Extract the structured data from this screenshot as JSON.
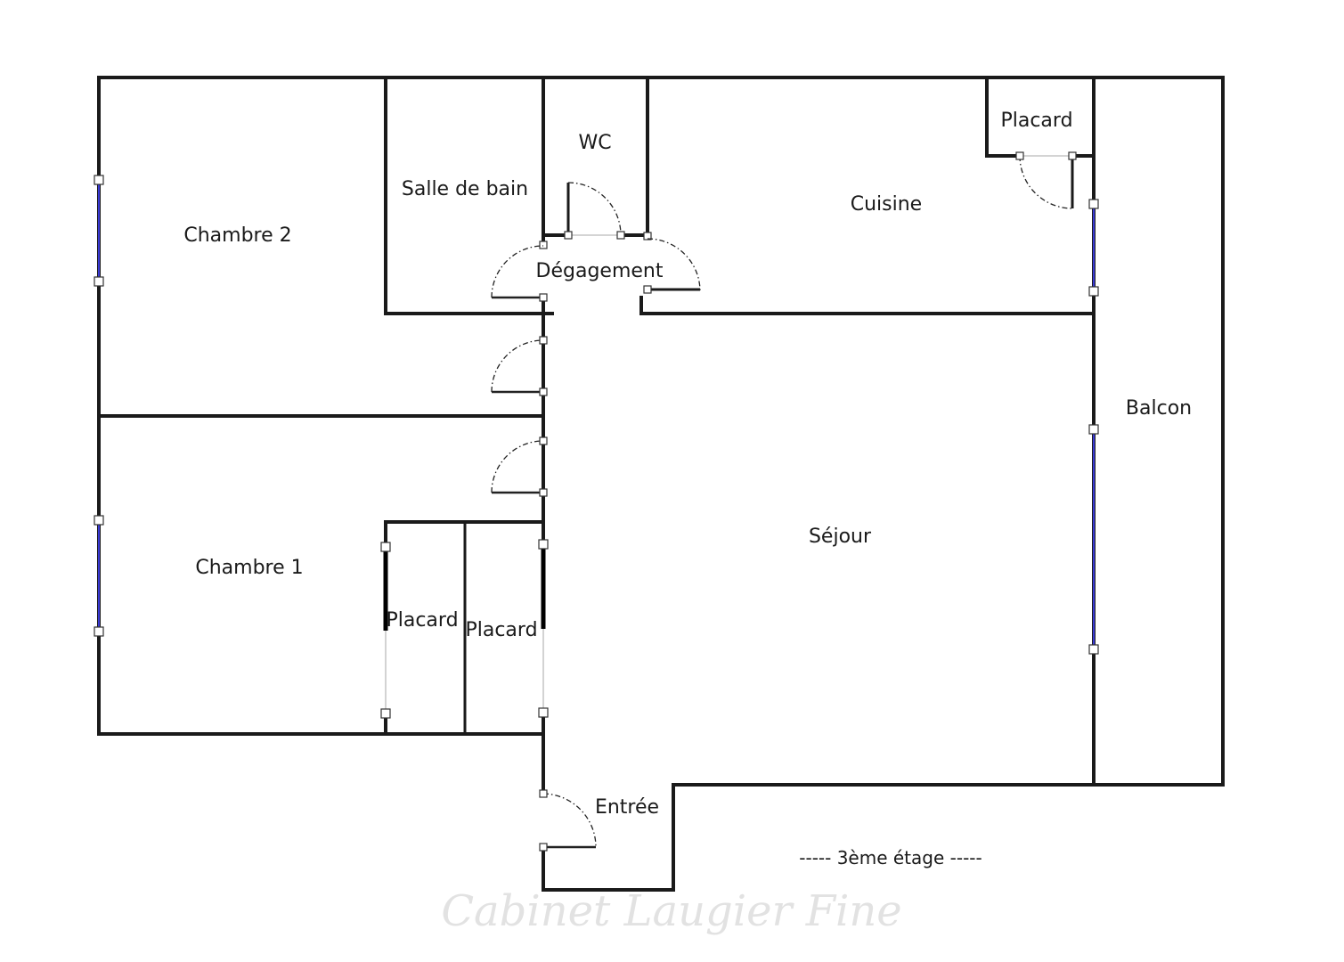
{
  "plan": {
    "rooms": {
      "chambre2": "Chambre 2",
      "chambre1": "Chambre 1",
      "salle_de_bain": "Salle de bain",
      "wc": "WC",
      "degagement": "Dégagement",
      "cuisine": "Cuisine",
      "placard_cuisine": "Placard",
      "placard_a": "Placard",
      "placard_b": "Placard",
      "sejour": "Séjour",
      "balcon": "Balcon",
      "entree": "Entrée"
    },
    "floor_label": "----- 3ème étage -----",
    "watermark": "Cabinet Laugier Fine"
  },
  "colors": {
    "wall": "#1a1a1a",
    "window": "#3b3bd6",
    "watermark": "#e2e2e2"
  }
}
